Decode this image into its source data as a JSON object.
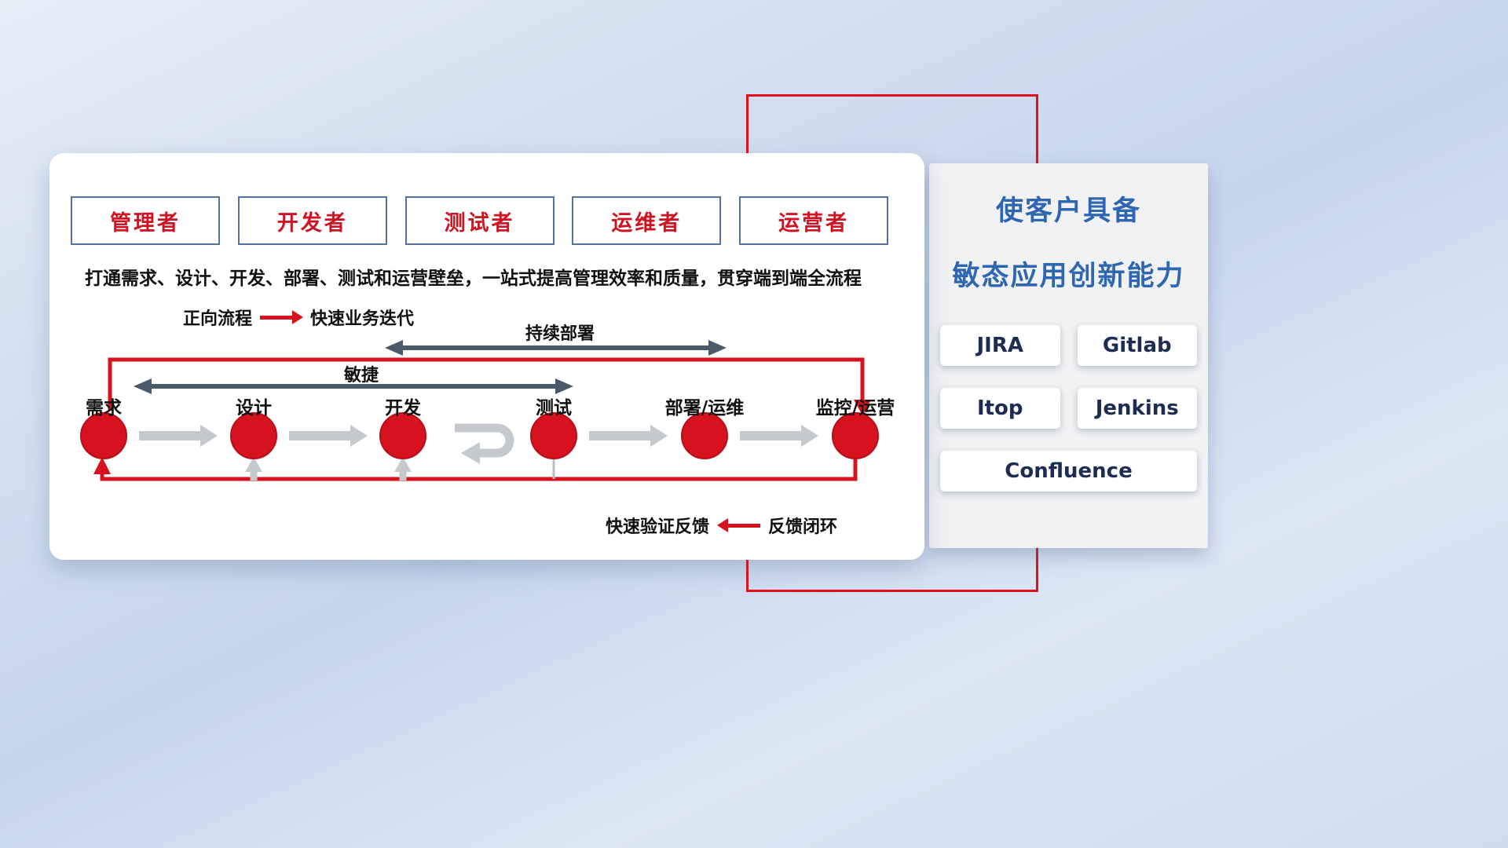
{
  "card": {
    "roles": [
      {
        "label": "管理者"
      },
      {
        "label": "开发者"
      },
      {
        "label": "测试者"
      },
      {
        "label": "运维者"
      },
      {
        "label": "运营者"
      }
    ],
    "description": "打通需求、设计、开发、部署、测试和运营壁垒，一站式提高管理效率和质量，贯穿端到端全流程",
    "legend_forward": {
      "name": "正向流程",
      "desc": "快速业务迭代"
    },
    "legend_feedback": {
      "desc": "快速验证反馈",
      "name": "反馈闭环"
    },
    "flow": {
      "span_deploy": "持续部署",
      "span_agile": "敏捷",
      "nodes": [
        {
          "label": "需求"
        },
        {
          "label": "设计"
        },
        {
          "label": "开发"
        },
        {
          "label": "测试"
        },
        {
          "label": "部署/运维"
        },
        {
          "label": "监控/运营"
        }
      ]
    }
  },
  "panel": {
    "title_line1": "使客户具备",
    "title_line2": "敏态应用创新能力",
    "tools": [
      {
        "label": "JIRA"
      },
      {
        "label": "Gitlab"
      },
      {
        "label": "Itop"
      },
      {
        "label": "Jenkins"
      },
      {
        "label": "Confluence"
      }
    ]
  },
  "colors": {
    "accent_red": "#d6121f",
    "frame_red": "#e0101f",
    "arrow_dark": "#4b5a68",
    "arrow_gray": "#c5c9cd",
    "title_blue": "#2f66b1",
    "role_border_blue": "#54719f",
    "tool_text_navy": "#1c2c52"
  }
}
